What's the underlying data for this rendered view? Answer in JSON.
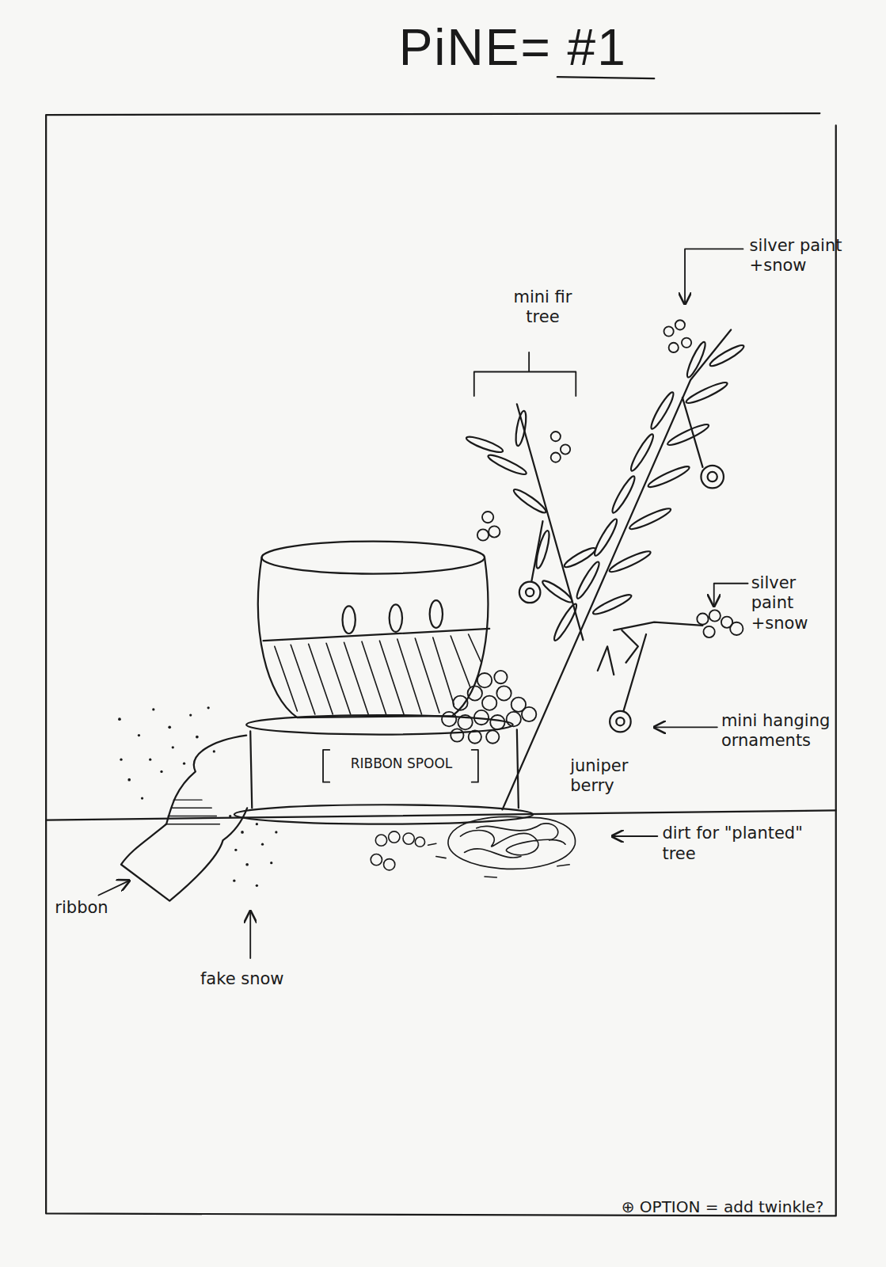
{
  "diagram": {
    "title": "PiNE= #1",
    "labels": [
      "silver paint +snow",
      "mini fir tree",
      "silver paint +snow",
      "mini hanging ornaments",
      "RIBBON SPOOL",
      "juniper berry",
      "dirt for \"planted\" tree",
      "ribbon",
      "fake snow",
      "⊕ OPTION = add twinkle?"
    ]
  }
}
